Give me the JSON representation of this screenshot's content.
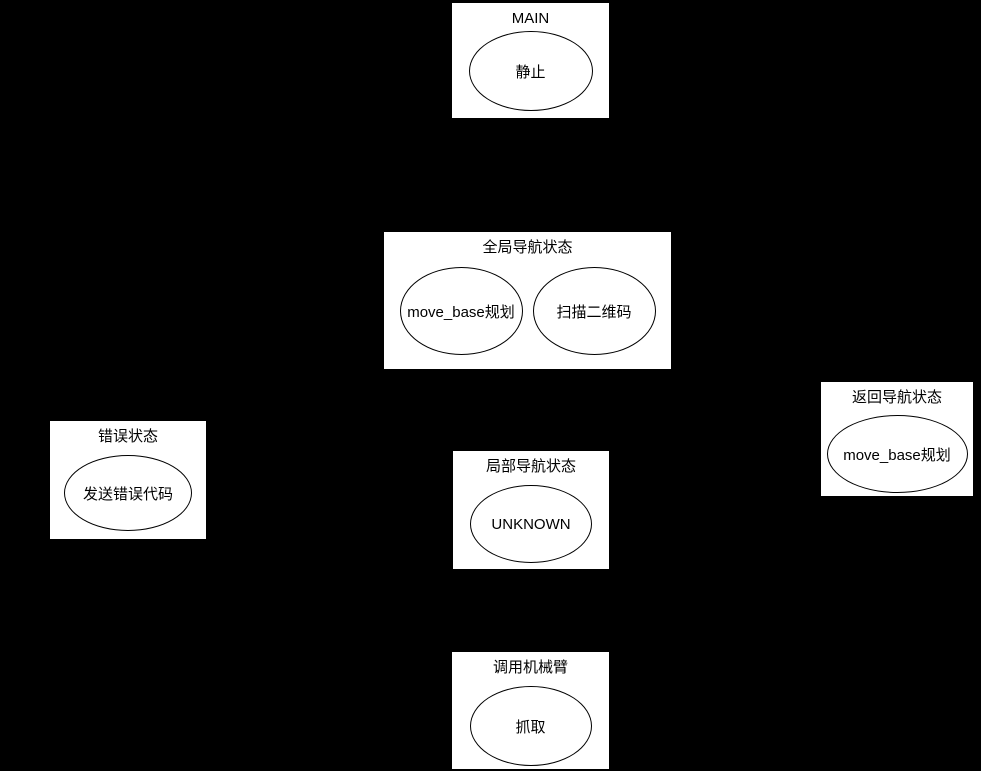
{
  "diagram": {
    "type": "state-machine",
    "background_color": "#000000",
    "node_fill_color": "#ffffff",
    "stroke_color": "#000000",
    "text_color": "#000000"
  },
  "nodes": {
    "main": {
      "title": "MAIN",
      "states": [
        "静止"
      ]
    },
    "global_nav": {
      "title": "全局导航状态",
      "states": [
        "move_base规划",
        "扫描二维码"
      ]
    },
    "return_nav": {
      "title": "返回导航状态",
      "states": [
        "move_base规划"
      ]
    },
    "error": {
      "title": "错误状态",
      "states": [
        "发送错误代码"
      ]
    },
    "local_nav": {
      "title": "局部导航状态",
      "states": [
        "UNKNOWN"
      ]
    },
    "arm": {
      "title": "调用机械臂",
      "states": [
        "抓取"
      ]
    }
  }
}
